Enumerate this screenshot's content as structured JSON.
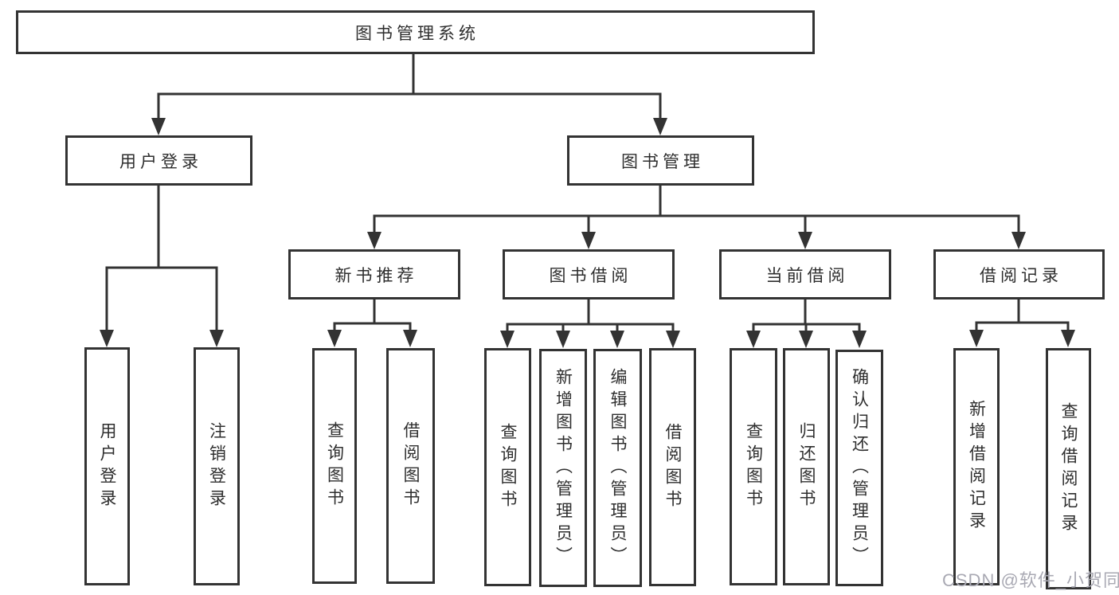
{
  "diagram_type": "hierarchy-tree",
  "nodes": {
    "root": {
      "label": "图书管理系统"
    },
    "user_login": {
      "label": "用户登录",
      "parent": "root"
    },
    "book_management": {
      "label": "图书管理",
      "parent": "root"
    },
    "new_book_recommendation": {
      "label": "新书推荐",
      "parent": "book_management"
    },
    "book_borrowing": {
      "label": "图书借阅",
      "parent": "book_management"
    },
    "current_borrowing": {
      "label": "当前借阅",
      "parent": "book_management"
    },
    "borrowing_records": {
      "label": "借阅记录",
      "parent": "book_management"
    },
    "leaf_user_login": {
      "label": "用户登录",
      "parent": "user_login"
    },
    "leaf_logout": {
      "label": "注销登录",
      "parent": "user_login"
    },
    "leaf_query_books_1": {
      "label": "查询图书",
      "parent": "new_book_recommendation"
    },
    "leaf_borrow_books_1": {
      "label": "借阅图书",
      "parent": "new_book_recommendation"
    },
    "leaf_query_books_2": {
      "label": "查询图书",
      "parent": "book_borrowing"
    },
    "leaf_add_books": {
      "label": "新增图书（管理员）",
      "parent": "book_borrowing"
    },
    "leaf_edit_books": {
      "label": "编辑图书（管理员）",
      "parent": "book_borrowing"
    },
    "leaf_borrow_books_2": {
      "label": "借阅图书",
      "parent": "book_borrowing"
    },
    "leaf_query_books_3": {
      "label": "查询图书",
      "parent": "current_borrowing"
    },
    "leaf_return_books": {
      "label": "归还图书",
      "parent": "current_borrowing"
    },
    "leaf_confirm_return": {
      "label": "确认归还（管理员）",
      "parent": "current_borrowing"
    },
    "leaf_add_borrow_record": {
      "label": "新增借阅记录",
      "parent": "borrowing_records"
    },
    "leaf_query_borrow_record": {
      "label": "查询借阅记录",
      "parent": "borrowing_records"
    }
  },
  "watermark": {
    "text": "CSDN @软件_小贺同学"
  },
  "colors": {
    "background": "#ffffff",
    "line": "#333333",
    "box_border": "#333333",
    "box_fill": "#ffffff",
    "box_text": "#2e2e2e",
    "watermark": "#a9a9b3"
  }
}
